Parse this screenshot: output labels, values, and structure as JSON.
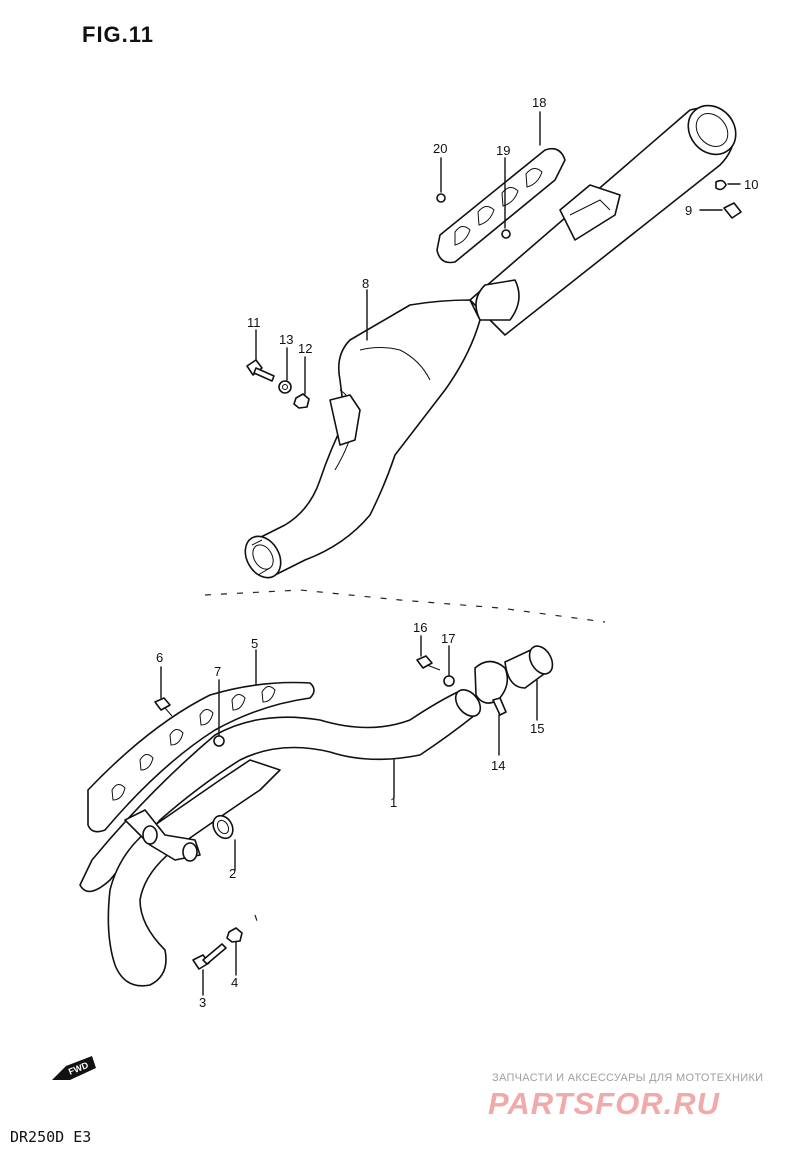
{
  "figure": {
    "title": "FIG.11",
    "model": "DR250D  E3",
    "fwd_label": "FWD"
  },
  "callouts": [
    "1",
    "2",
    "3",
    "4",
    "5",
    "6",
    "7",
    "8",
    "9",
    "10",
    "11",
    "12",
    "13",
    "14",
    "15",
    "16",
    "17",
    "18",
    "19",
    "20"
  ],
  "watermark": {
    "subtitle": "ЗАПЧАСТИ И АКСЕССУАРЫ ДЛЯ МОТОТЕХНИКИ",
    "brand": "PARTSFOR.RU"
  }
}
